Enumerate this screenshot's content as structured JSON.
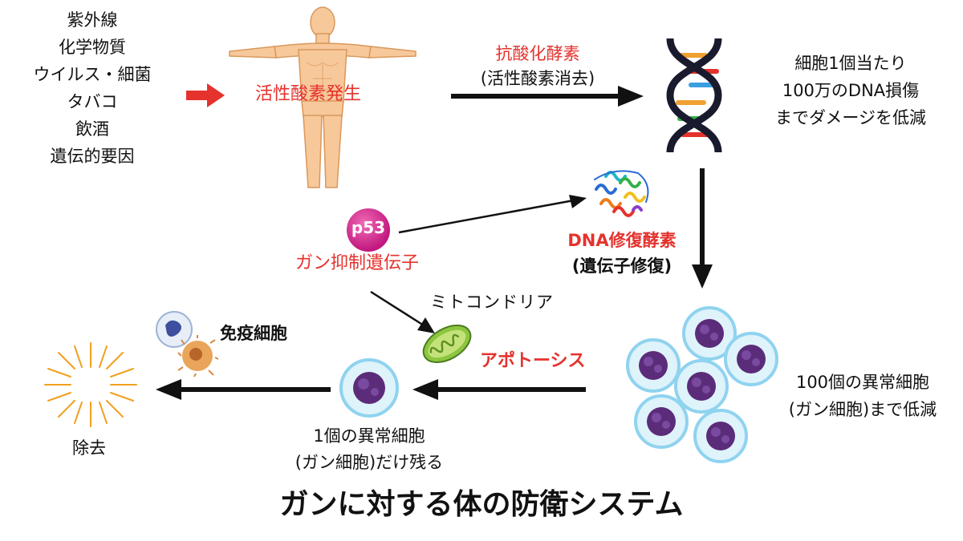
{
  "causes": [
    "紫外線",
    "化学物質",
    "ウイルス・細菌",
    "タバコ",
    "飲酒",
    "遺伝的要因"
  ],
  "ros_label": "活性酸素発生",
  "antioxidant": {
    "line1": "抗酸化酵素",
    "line2": "(活性酸素消去)"
  },
  "dna_reduction": [
    "細胞1個当たり",
    "100万のDNA損傷",
    "までダメージを低減"
  ],
  "p53": {
    "badge": "p53",
    "label": "ガン抑制遺伝子"
  },
  "dna_repair": {
    "line1": "DNA修復酵素",
    "line2": "(遺伝子修復)"
  },
  "mitochondria_label": "ミトコンドリア",
  "apoptosis_label": "アポトーシス",
  "abnormal_100": [
    "100個の異常細胞",
    "(ガン細胞)まで低減"
  ],
  "immune_label": "免疫細胞",
  "abnormal_1": [
    "1個の異常細胞",
    "(ガン細胞)だけ残る"
  ],
  "removal_label": "除去",
  "title": "ガンに対する体の防衛システム",
  "colors": {
    "accent_red": "#e5322d",
    "arrow_black": "#111111",
    "skin": "#f7c89a",
    "cell_halo": "#b9e4f5",
    "cell_nucleus": "#5b2c7a"
  }
}
